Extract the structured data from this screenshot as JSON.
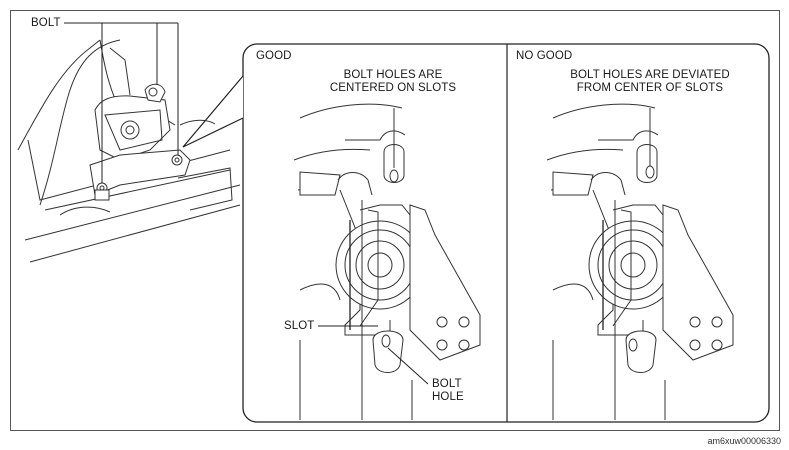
{
  "labels": {
    "bolt": "BOLT",
    "good": "GOOD",
    "no_good": "NO GOOD",
    "good_caption_line1": "BOLT HOLES ARE",
    "good_caption_line2": "CENTERED ON SLOTS",
    "nogood_caption_line1": "BOLT HOLES ARE DEVIATED",
    "nogood_caption_line2": "FROM CENTER OF SLOTS",
    "slot": "SLOT",
    "bolt_hole_line1": "BOLT",
    "bolt_hole_line2": "HOLE"
  },
  "figure_id": "am6xuw00006330"
}
